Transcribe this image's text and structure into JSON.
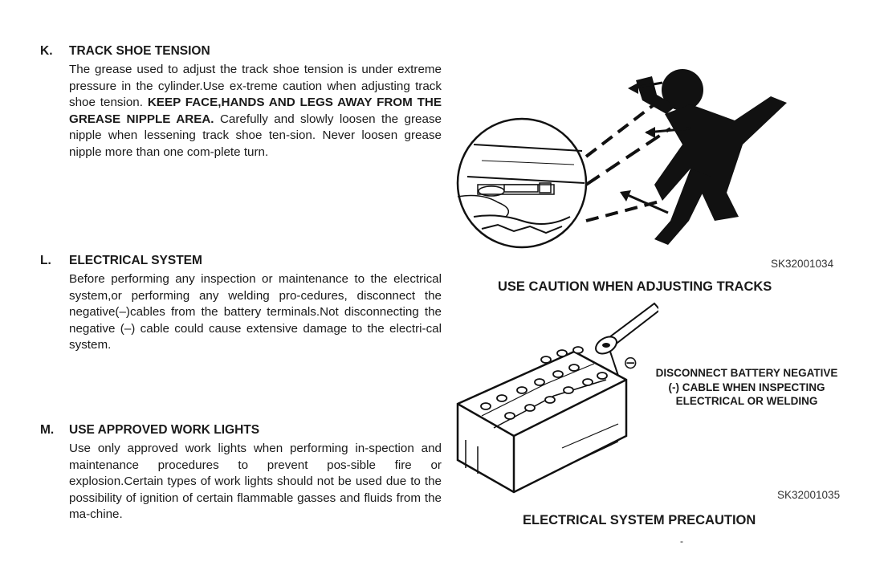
{
  "sections": [
    {
      "letter": "K.",
      "title": "TRACK SHOE TENSION",
      "text1": "The grease used to adjust the track shoe tension is under extreme pressure in the cylinder.Use ex-treme caution when adjusting track shoe tension.",
      "bold": "KEEP FACE,HANDS AND LEGS AWAY FROM THE GREASE NIPPLE AREA.",
      "text2": "Carefully and slowly loosen the grease nipple when lessening track shoe ten-sion. Never loosen grease nipple more than one com-plete turn."
    },
    {
      "letter": "L.",
      "title": "ELECTRICAL SYSTEM",
      "text1": "Before performing any inspection or maintenance to the electrical system,or performing any welding pro-cedures, disconnect the negative(–)cables from the battery terminals.Not disconnecting the negative (–) cable could cause extensive damage to the electri-cal system."
    },
    {
      "letter": "M.",
      "title": "USE APPROVED WORK LIGHTS",
      "text1": "Use only approved work lights when performing in-spection and maintenance procedures to prevent pos-sible fire or explosion.Certain types of work lights should not be used due to the possibility of ignition of certain flammable gasses and fluids from the ma-chine."
    }
  ],
  "figures": [
    {
      "id": "SK32001034",
      "caption": "USE CAUTION WHEN ADJUSTING TRACKS"
    },
    {
      "id": "SK32001035",
      "caption": "ELECTRICAL SYSTEM PRECAUTION",
      "note": "DISCONNECT BATTERY NEGATIVE (-) CABLE WHEN INSPECTING ELECTRICAL OR WELDING",
      "symbol": "⊖"
    }
  ],
  "footer_mark": "-"
}
